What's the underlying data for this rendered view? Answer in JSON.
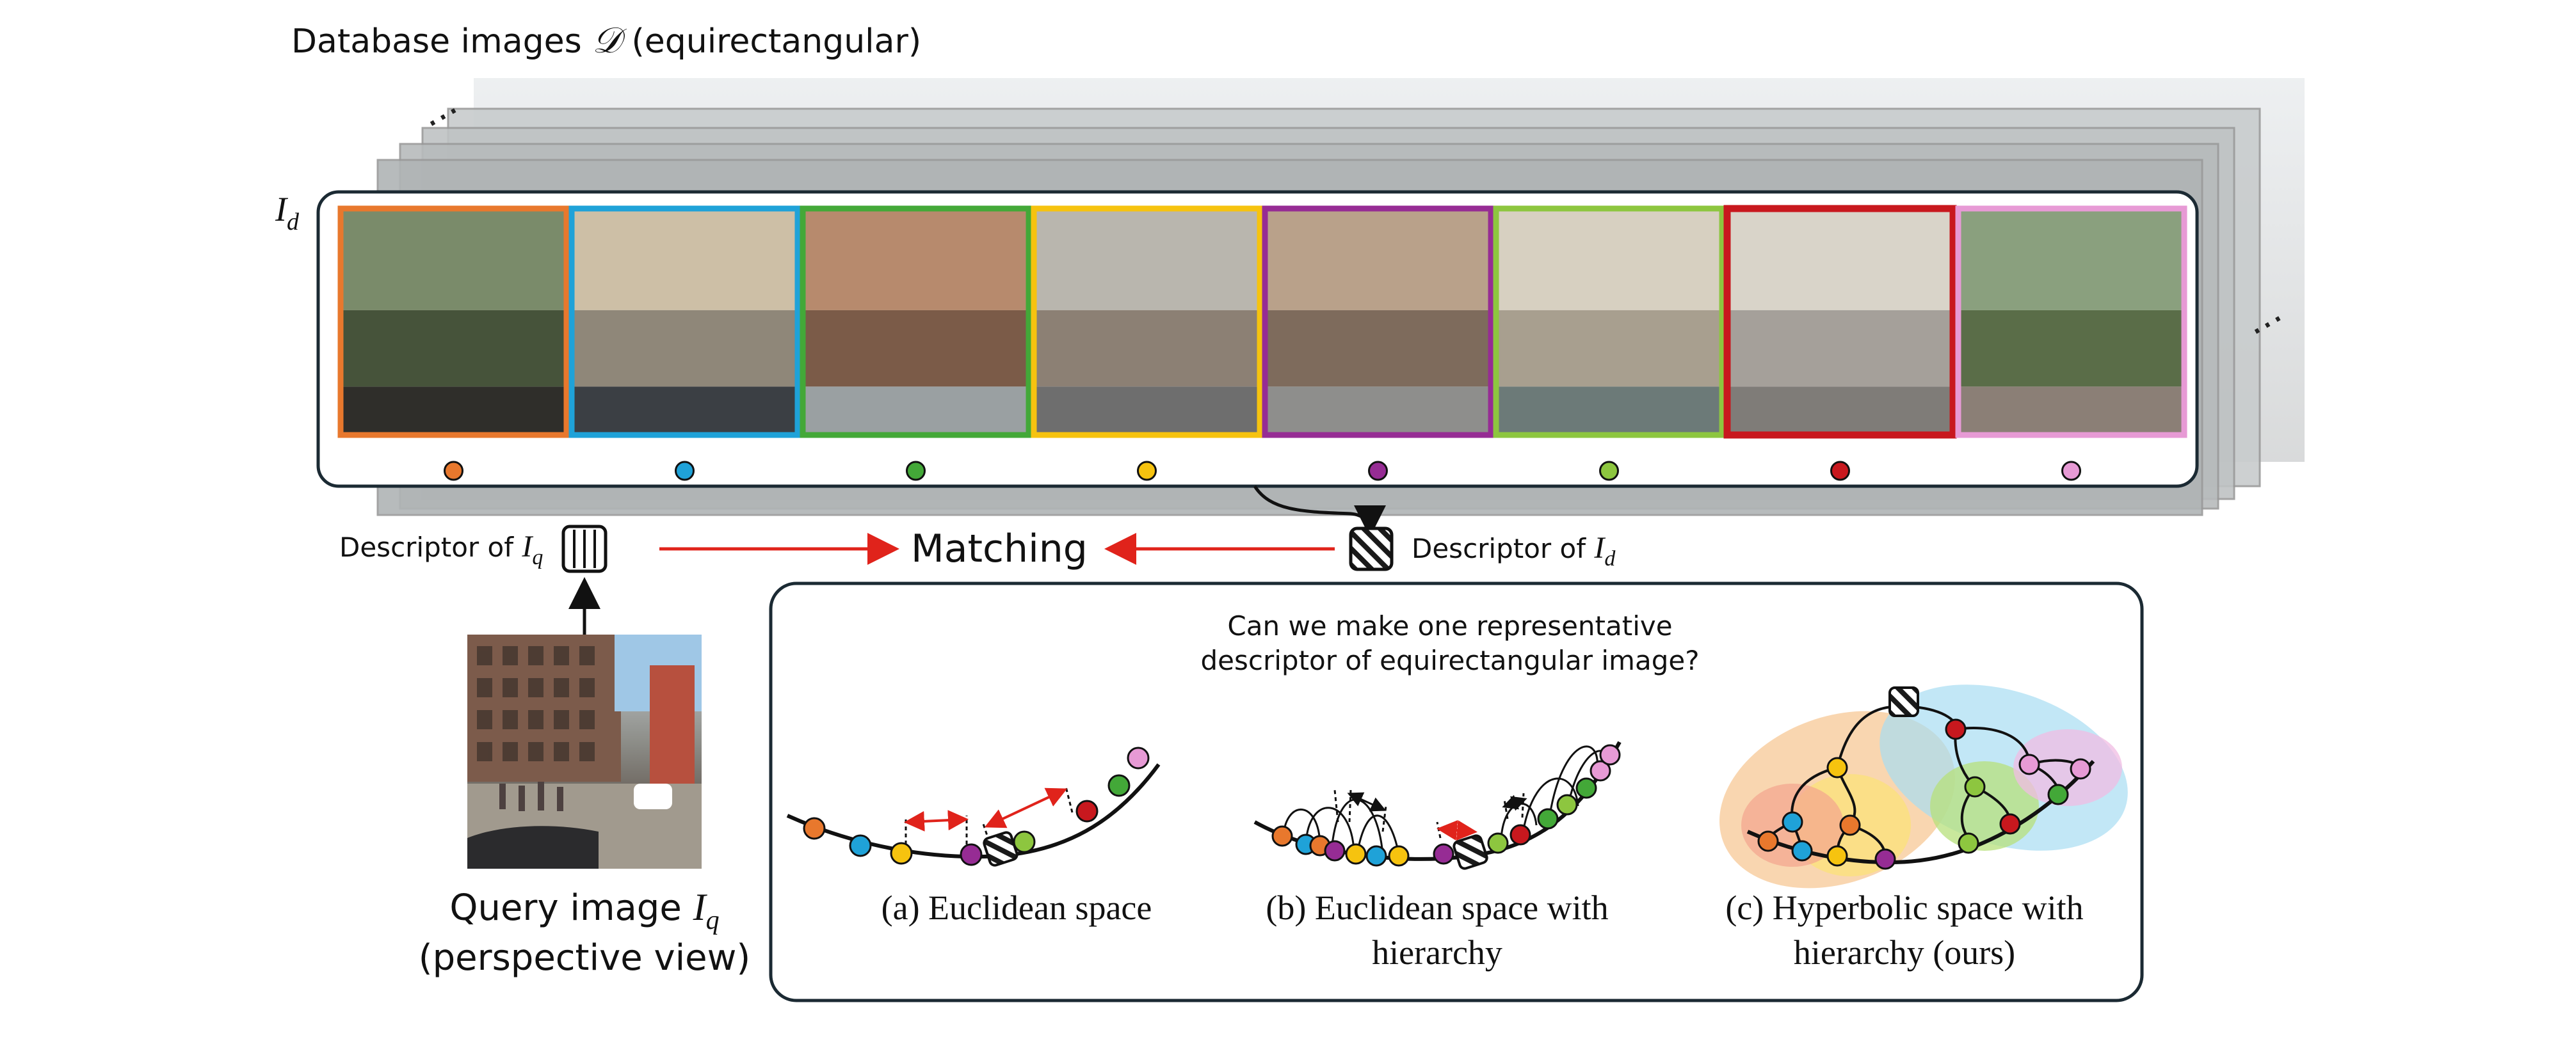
{
  "title": {
    "prefix": "Database images ",
    "symbol": "𝒟",
    "suffix": " (equirectangular)"
  },
  "id_label": {
    "base": "I",
    "sub": "d"
  },
  "ellipsis": "⋯",
  "segment_colors": [
    "#E8782D",
    "#1FA2D8",
    "#43A838",
    "#F6C30F",
    "#962C94",
    "#8DC63F",
    "#C8181E",
    "#E79AD5"
  ],
  "matching": {
    "left_label": "Descriptor of ",
    "left_symbol": {
      "base": "I",
      "sub": "q"
    },
    "center_label": "Matching",
    "right_label": "Descriptor of ",
    "right_symbol": {
      "base": "I",
      "sub": "d"
    }
  },
  "query": {
    "line1": "Query image ",
    "line1_symbol": {
      "base": "I",
      "sub": "q"
    },
    "line2": "(perspective view)"
  },
  "question": {
    "line1": "Can we make one representative",
    "line2": "descriptor of equirectangular image?"
  },
  "panels": {
    "a": {
      "line1": "(a) Euclidean space"
    },
    "b": {
      "line1": "(b) Euclidean space with",
      "line2": "hierarchy"
    },
    "c": {
      "line1": "(c) Hyperbolic space with",
      "line2": "hierarchy (ours)"
    }
  },
  "arrow_color": "#E0231B"
}
